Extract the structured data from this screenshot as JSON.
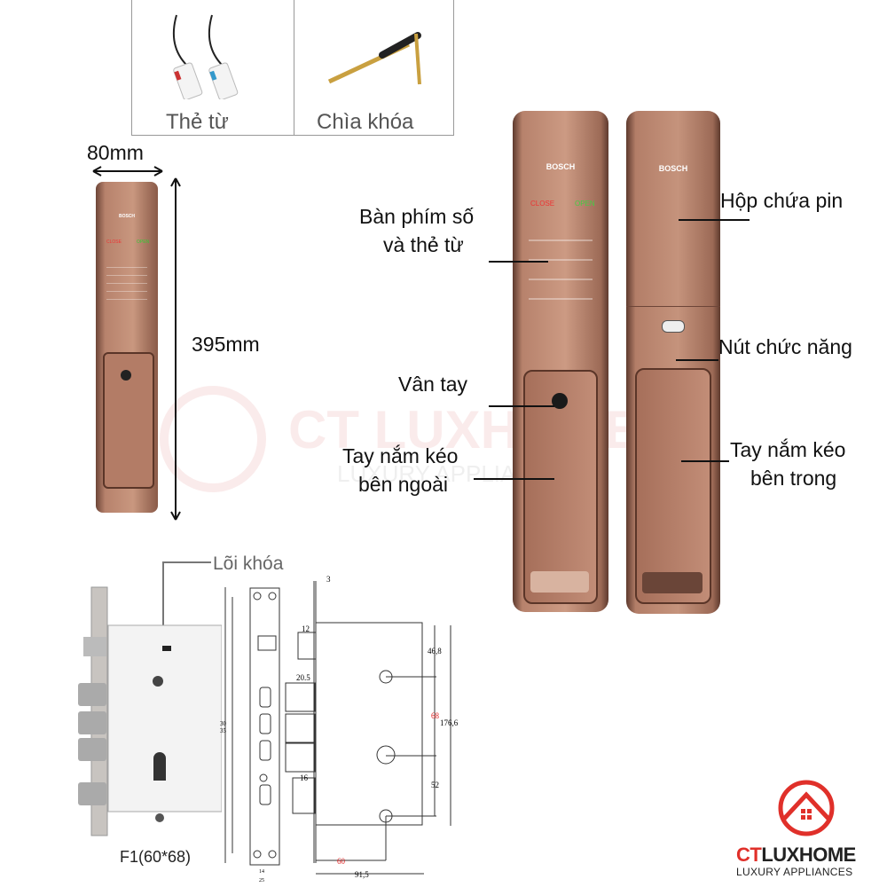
{
  "accessories": {
    "items": [
      {
        "label": "Thẻ từ",
        "icon": "key-card-icon"
      },
      {
        "label": "Chìa khóa",
        "icon": "mechanical-key-icon"
      }
    ]
  },
  "dimensions": {
    "width": "80mm",
    "height": "395mm"
  },
  "lock_panel": {
    "brand": "BOSCH",
    "keypad_close": "CLOSE",
    "keypad_open": "OPEN",
    "color": "#b7826c"
  },
  "callouts": {
    "keypad_line1": "Bàn phím số",
    "keypad_line2": "và thẻ từ",
    "fingerprint": "Vân tay",
    "outer_handle_line1": "Tay nắm kéo",
    "outer_handle_line2": "bên ngoài",
    "battery": "Hộp chứa pin",
    "function_button": "Nút chức năng",
    "inner_handle_line1": "Tay nắm kéo",
    "inner_handle_line2": "bên trong"
  },
  "mortise": {
    "core_label": "Lõi khóa",
    "model": "F1(60*68)",
    "dims": {
      "d3": "3",
      "d12": "12",
      "d20_5": "20.5",
      "d16": "16",
      "d46_8": "46,8",
      "d68": "68",
      "d176_6": "176,6",
      "d52": "52",
      "d60": "60",
      "d91_5": "91,5",
      "d30": "30",
      "d35": "35",
      "d14": "14",
      "d25": "25"
    },
    "highlight_color": "#e02020"
  },
  "logo": {
    "brand_red": "CT",
    "brand_dark": "LUXHOME",
    "tagline": "LUXURY APPLIANCES",
    "color": "#e0302a"
  },
  "watermark": {
    "text": "CT LUXHOME",
    "sub": "LUXURY APPLIANCES"
  }
}
